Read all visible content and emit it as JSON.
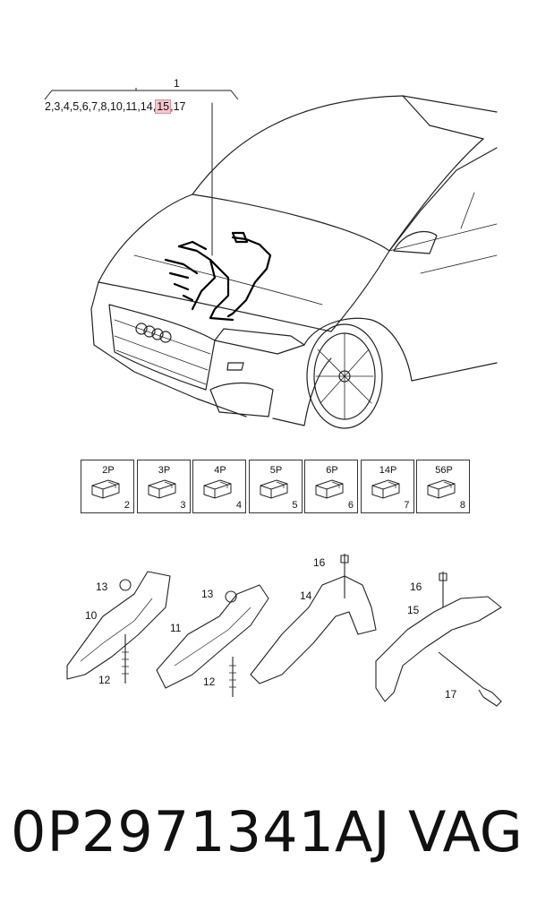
{
  "callout": {
    "number": "1",
    "list_before": "2,3,4,5,6,7,8,10,11,14,",
    "list_highlight": "15",
    "list_after": ",17"
  },
  "connectors": [
    {
      "pins": "2P",
      "index": "2"
    },
    {
      "pins": "3P",
      "index": "3"
    },
    {
      "pins": "4P",
      "index": "4"
    },
    {
      "pins": "5P",
      "index": "5"
    },
    {
      "pins": "6P",
      "index": "6"
    },
    {
      "pins": "14P",
      "index": "7"
    },
    {
      "pins": "56P",
      "index": "8"
    }
  ],
  "part_labels": {
    "l13a": "13",
    "l10": "10",
    "l12a": "12",
    "l13b": "13",
    "l11": "11",
    "l12b": "12",
    "l16a": "16",
    "l14": "14",
    "l16b": "16",
    "l15": "15",
    "l17": "17"
  },
  "footer": {
    "part_number": "0P2971341AJ",
    "brand": "VAG"
  },
  "colors": {
    "line": "#222222",
    "highlight": "#f7c9cf"
  }
}
